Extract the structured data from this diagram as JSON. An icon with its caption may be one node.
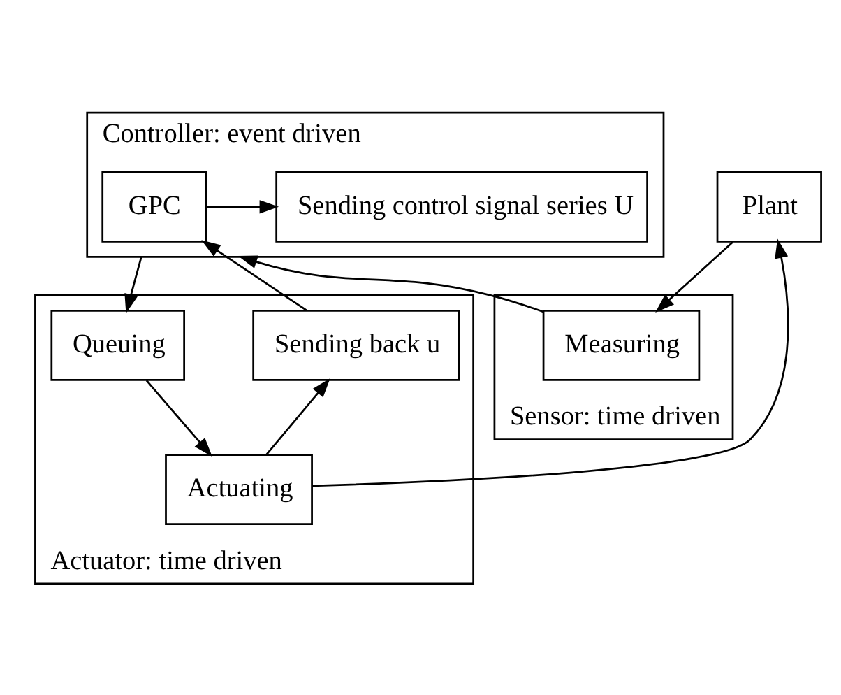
{
  "diagram": {
    "nodes": [
      {
        "text": [
          "Controller: event driven"
        ]
      },
      {
        "text": [
          "GPC"
        ],
        "in": 0
      },
      {
        "text": [
          "Sending control signal series U"
        ],
        "in": 0
      },
      {
        "text": [
          "Plant"
        ]
      },
      {
        "text": [
          "Sensor: time driven"
        ]
      },
      {
        "text": [
          "Measuring"
        ],
        "in": 4
      },
      {
        "text": [
          "Actuator: time driven"
        ]
      },
      {
        "text": [
          "Sending back u"
        ],
        "in": 6
      },
      {
        "text": [
          "Queuing"
        ],
        "in": 6
      },
      {
        "text": [
          "Actuating"
        ],
        "in": 6
      }
    ],
    "edges": [
      {
        "from": 1,
        "to": 2,
        "arrow": "to"
      },
      {
        "from": 5,
        "to": 0,
        "arrow": "to"
      },
      {
        "from": 0,
        "to": 8,
        "arrow": "to"
      },
      {
        "from": 3,
        "to": 5,
        "arrow": "to"
      },
      {
        "from": 7,
        "to": 1,
        "arrow": "to"
      },
      {
        "from": 8,
        "to": 9,
        "arrow": "to"
      },
      {
        "from": 9,
        "to": 7,
        "arrow": "to"
      },
      {
        "from": 9,
        "to": 3,
        "arrow": "to"
      }
    ]
  }
}
